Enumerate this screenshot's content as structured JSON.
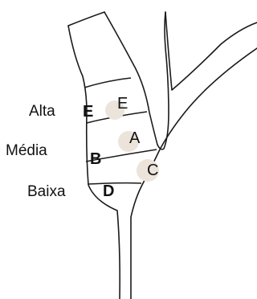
{
  "levels": {
    "high": "Alta",
    "middle": "Média",
    "low": "Baixa"
  },
  "side_letters": {
    "high": "E",
    "middle": "B",
    "low": "D"
  },
  "region_letters": {
    "upper": "E",
    "middle": "A",
    "lower": "C"
  },
  "colors": {
    "outline": "#1a1a1a",
    "spot": "#ece4da"
  }
}
